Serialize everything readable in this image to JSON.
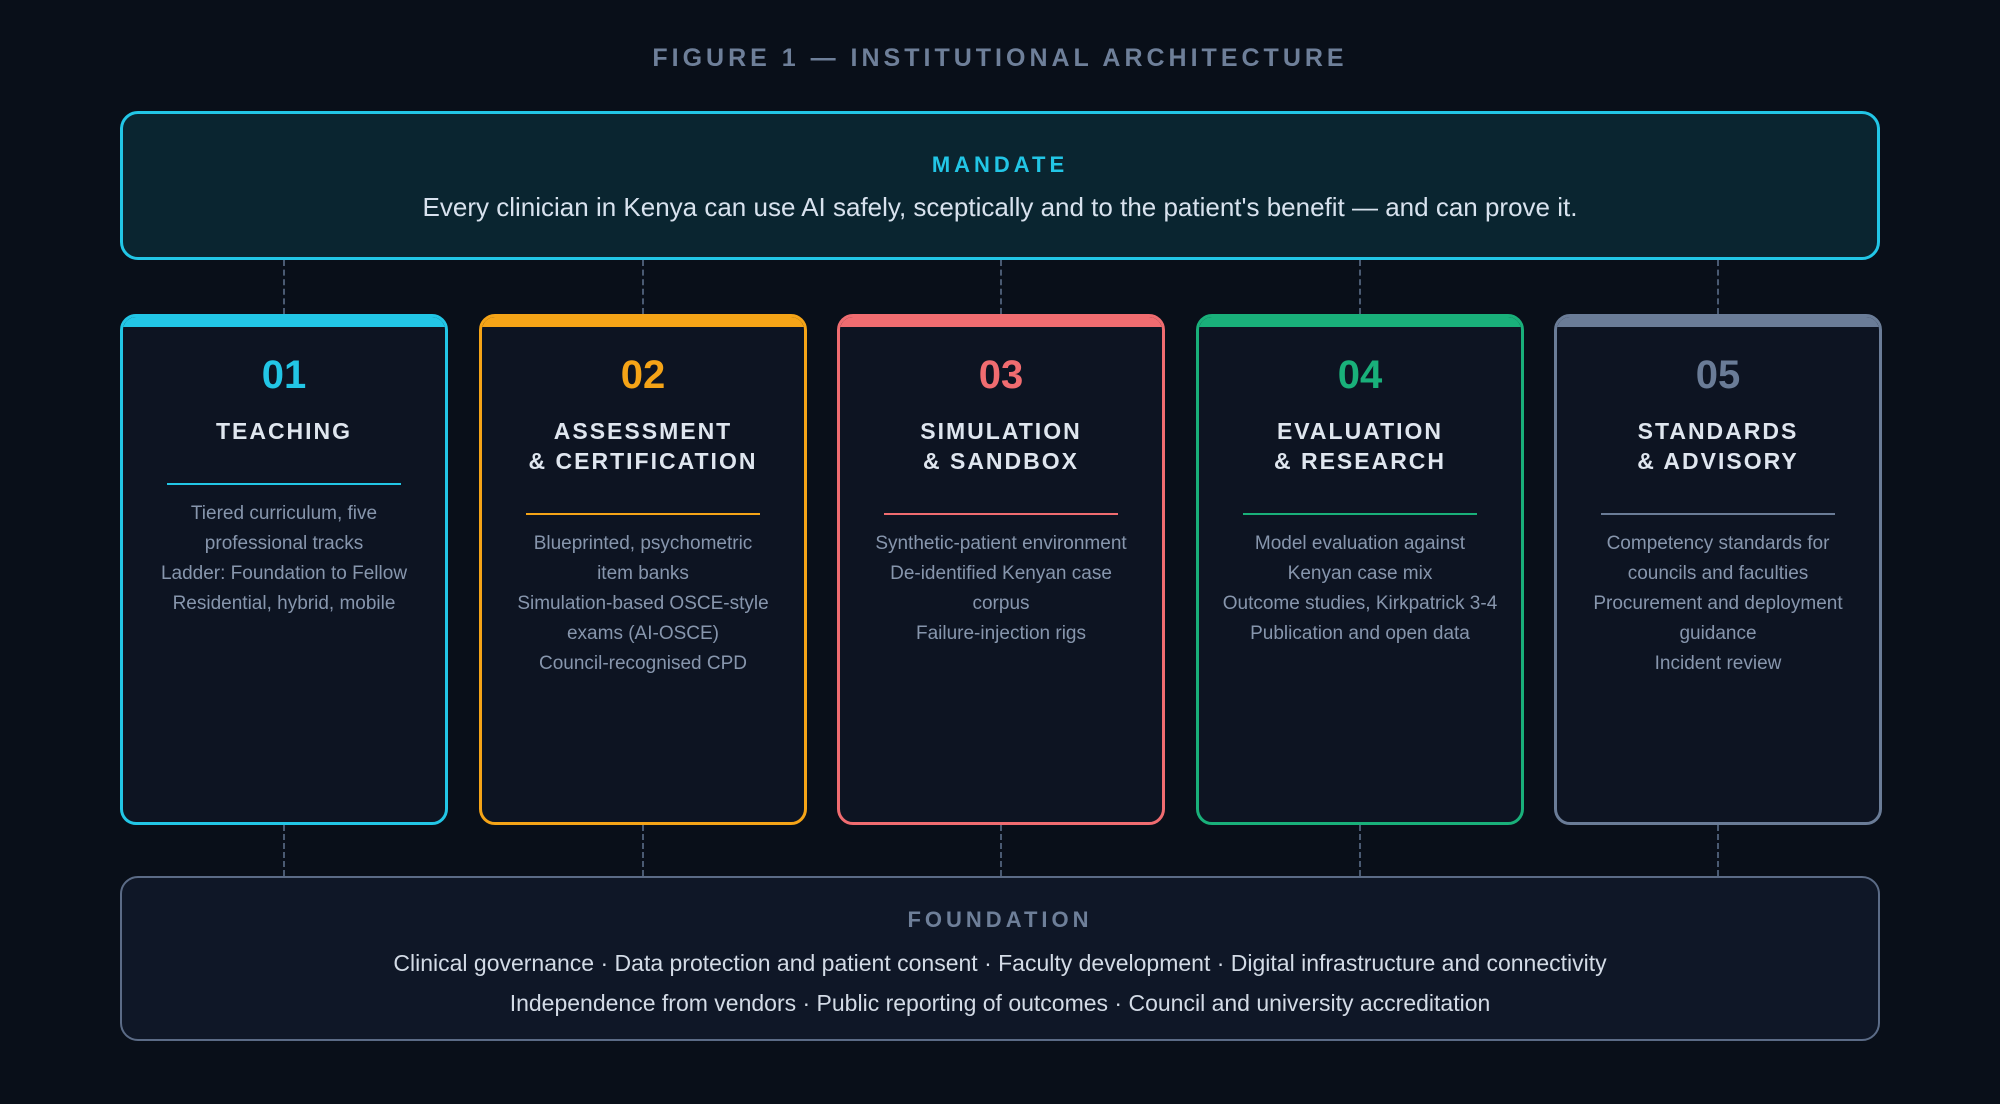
{
  "figure": {
    "title": "FIGURE 1 — INSTITUTIONAL ARCHITECTURE"
  },
  "mandate": {
    "label": "MANDATE",
    "text": "Every clinician in Kenya can use AI safely, sceptically and to the patient's benefit — and can prove it.",
    "color": "#22c6e6"
  },
  "pillars": [
    {
      "number": "01",
      "title": [
        "TEACHING"
      ],
      "color": "#22c6e6",
      "items": [
        "Tiered curriculum, five",
        "professional tracks",
        "Ladder: Foundation to Fellow",
        "Residential, hybrid, mobile"
      ]
    },
    {
      "number": "02",
      "title": [
        "ASSESSMENT",
        "& CERTIFICATION"
      ],
      "color": "#f5a417",
      "items": [
        "Blueprinted, psychometric",
        "item banks",
        "Simulation-based OSCE-style",
        "exams (AI-OSCE)",
        "Council-recognised CPD"
      ]
    },
    {
      "number": "03",
      "title": [
        "SIMULATION",
        "& SANDBOX"
      ],
      "color": "#f06c70",
      "items": [
        "Synthetic-patient environment",
        "De-identified Kenyan case",
        "corpus",
        "Failure-injection rigs"
      ]
    },
    {
      "number": "04",
      "title": [
        "EVALUATION",
        "& RESEARCH"
      ],
      "color": "#19b07a",
      "items": [
        "Model evaluation against",
        "Kenyan case mix",
        "Outcome studies, Kirkpatrick 3-4",
        "Publication and open data"
      ]
    },
    {
      "number": "05",
      "title": [
        "STANDARDS",
        "& ADVISORY"
      ],
      "color": "#6a7c97",
      "items": [
        "Competency standards for",
        "councils and faculties",
        "Procurement and deployment",
        "guidance",
        "Incident review"
      ]
    }
  ],
  "foundation": {
    "label": "FOUNDATION",
    "lines": [
      "Clinical governance · Data protection and patient consent · Faculty development · Digital infrastructure and connectivity",
      "Independence from vendors · Public reporting of outcomes · Council and university accreditation"
    ]
  }
}
